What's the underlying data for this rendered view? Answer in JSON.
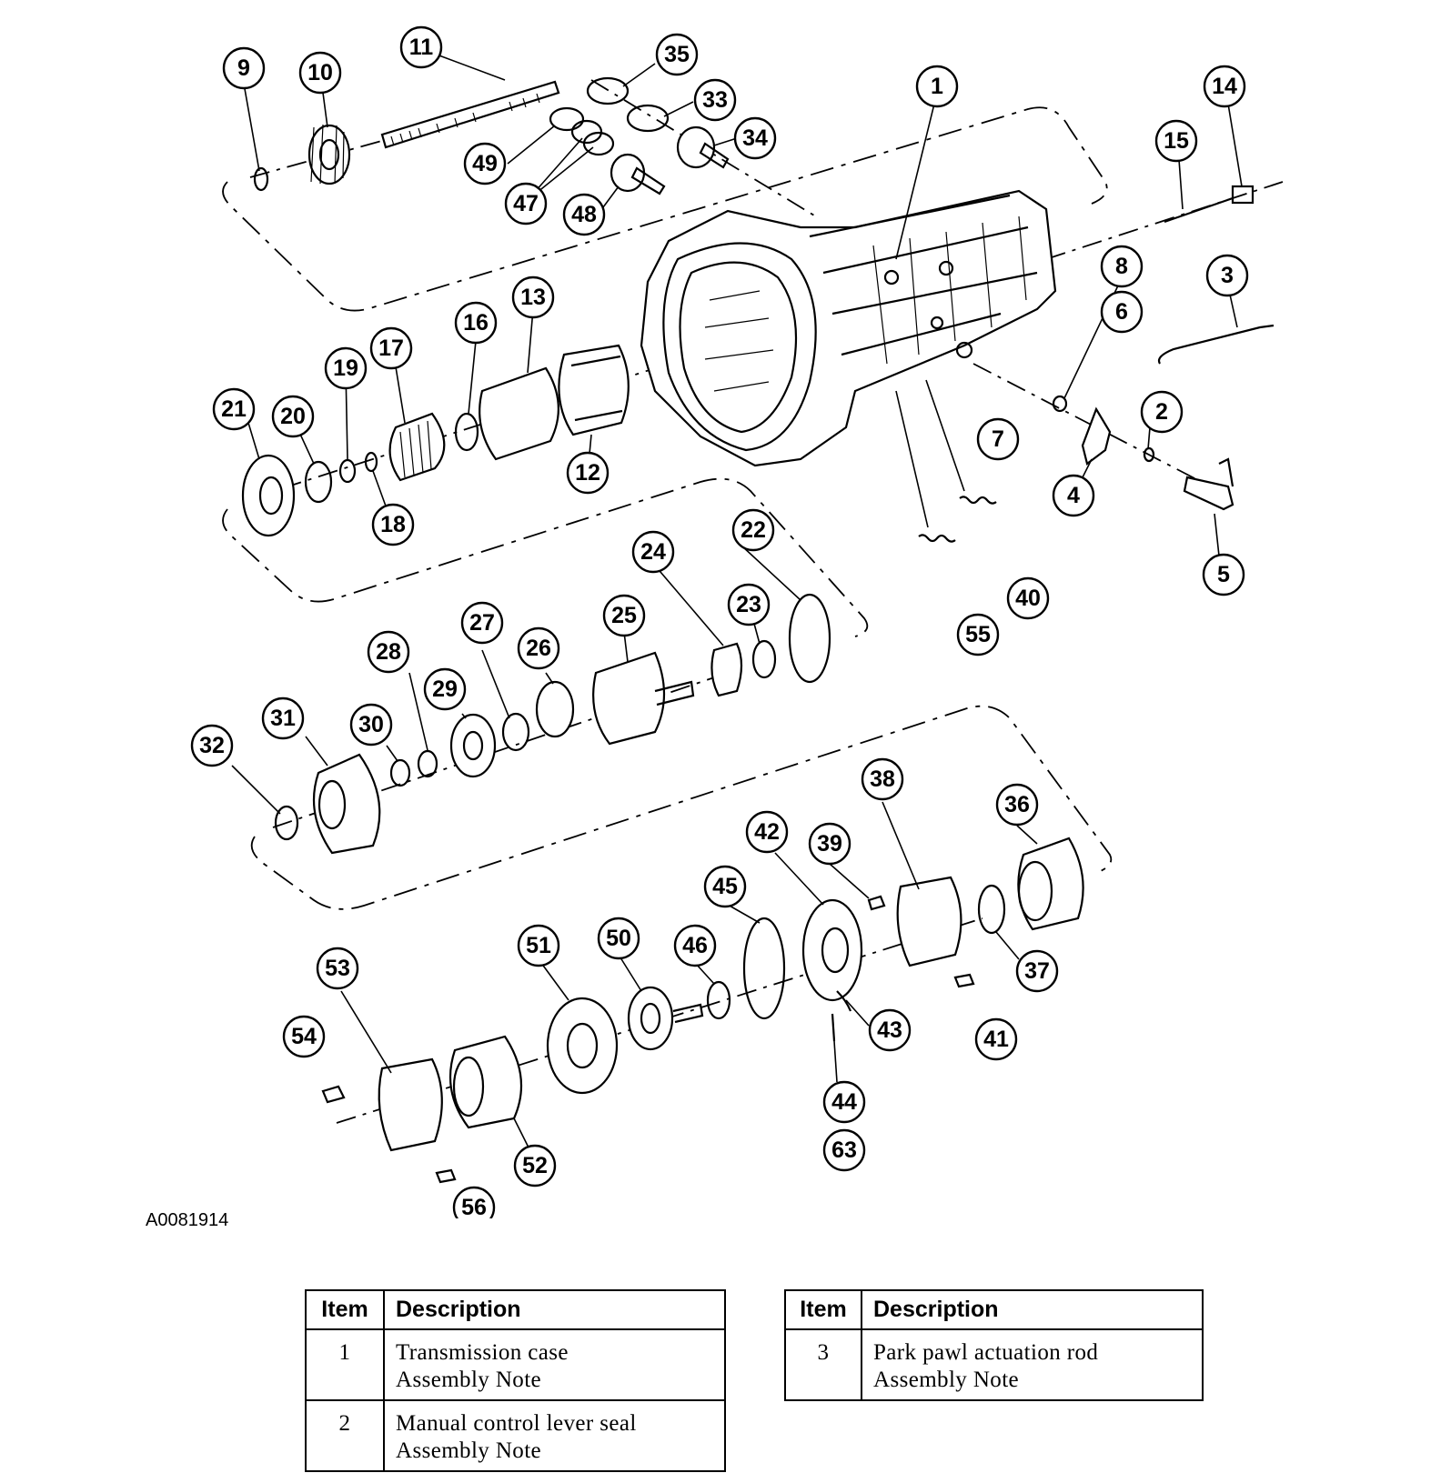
{
  "figure_id": "A0081914",
  "callouts": [
    "9",
    "10",
    "11",
    "35",
    "33",
    "34",
    "1",
    "14",
    "15",
    "49",
    "47",
    "48",
    "8",
    "3",
    "13",
    "16",
    "17",
    "19",
    "21",
    "20",
    "6",
    "2",
    "7",
    "4",
    "18",
    "12",
    "22",
    "24",
    "23",
    "5",
    "40",
    "55",
    "27",
    "25",
    "28",
    "26",
    "29",
    "31",
    "30",
    "32",
    "38",
    "36",
    "42",
    "39",
    "45",
    "37",
    "51",
    "50",
    "46",
    "53",
    "43",
    "41",
    "54",
    "44",
    "63",
    "52",
    "56"
  ],
  "legend_tables": [
    {
      "headers": {
        "item": "Item",
        "description": "Description"
      },
      "rows": [
        {
          "item": "1",
          "line1": "Transmission case",
          "line2": "Assembly Note"
        },
        {
          "item": "2",
          "line1": "Manual control lever seal",
          "line2": "Assembly Note"
        }
      ]
    },
    {
      "headers": {
        "item": "Item",
        "description": "Description"
      },
      "rows": [
        {
          "item": "3",
          "line1": "Park pawl actuation rod",
          "line2": "Assembly Note"
        }
      ]
    }
  ]
}
